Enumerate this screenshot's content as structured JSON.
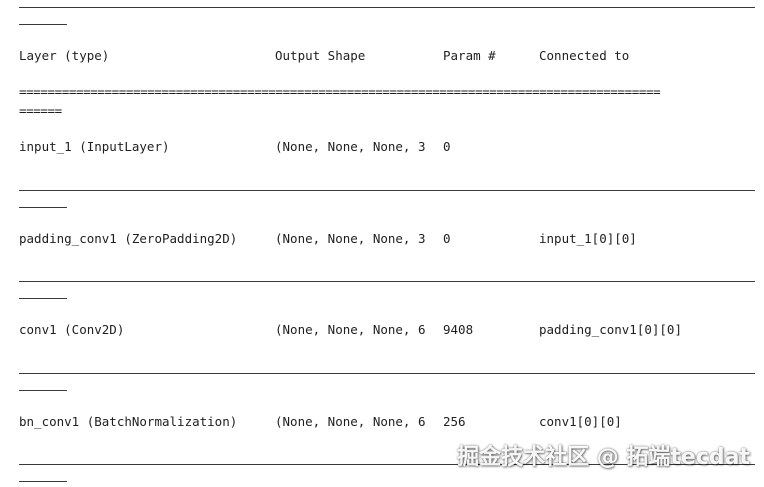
{
  "header": {
    "col_layer": "Layer (type)",
    "col_output": "Output Shape",
    "col_param": "Param #",
    "col_connected": "Connected to",
    "eq_line": "==========================================================================================",
    "eq_tail": "======"
  },
  "rows": [
    {
      "layer": "input_1 (InputLayer)",
      "output": "(None, None, None, 3",
      "param": "0",
      "connected": ""
    },
    {
      "layer": "padding_conv1 (ZeroPadding2D)",
      "output": "(None, None, None, 3",
      "param": "0",
      "connected": "input_1[0][0]"
    },
    {
      "layer": "conv1 (Conv2D)",
      "output": "(None, None, None, 6",
      "param": "9408",
      "connected": "padding_conv1[0][0]"
    },
    {
      "layer": "bn_conv1 (BatchNormalization)",
      "output": "(None, None, None, 6",
      "param": "256",
      "connected": "conv1[0][0]"
    }
  ],
  "watermark": "掘金技术社区 @ 拓端tecdat"
}
